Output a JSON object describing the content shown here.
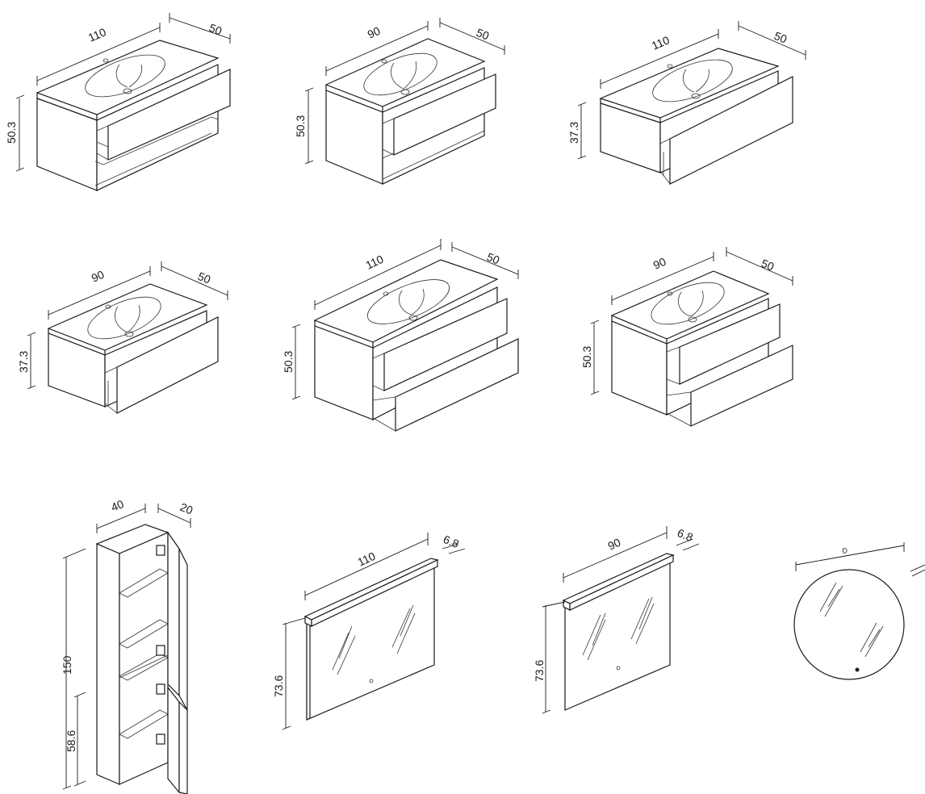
{
  "vanities": [
    {
      "id": "v1",
      "width": "110",
      "depth": "50",
      "height": "50.3",
      "type": "drawer-open-shelf"
    },
    {
      "id": "v2",
      "width": "90",
      "depth": "50",
      "height": "50.3",
      "type": "drawer-open-shelf"
    },
    {
      "id": "v3",
      "width": "110",
      "depth": "50",
      "height": "37.3",
      "type": "single-drawer"
    },
    {
      "id": "v4",
      "width": "90",
      "depth": "50",
      "height": "37.3",
      "type": "single-drawer"
    },
    {
      "id": "v5",
      "width": "110",
      "depth": "50",
      "height": "50.3",
      "type": "two-drawers"
    },
    {
      "id": "v6",
      "width": "90",
      "depth": "50",
      "height": "50.3",
      "type": "two-drawers"
    }
  ],
  "tall_cabinet": {
    "width": "40",
    "depth": "20",
    "height": "150",
    "lower_height": "58.6"
  },
  "mirrors": [
    {
      "id": "m1",
      "width": "110",
      "depth": "6.8",
      "height": "73.6"
    },
    {
      "id": "m2",
      "width": "90",
      "depth": "6.8",
      "height": "73.6"
    }
  ],
  "round_mirror": {
    "diameter_label": "D"
  }
}
